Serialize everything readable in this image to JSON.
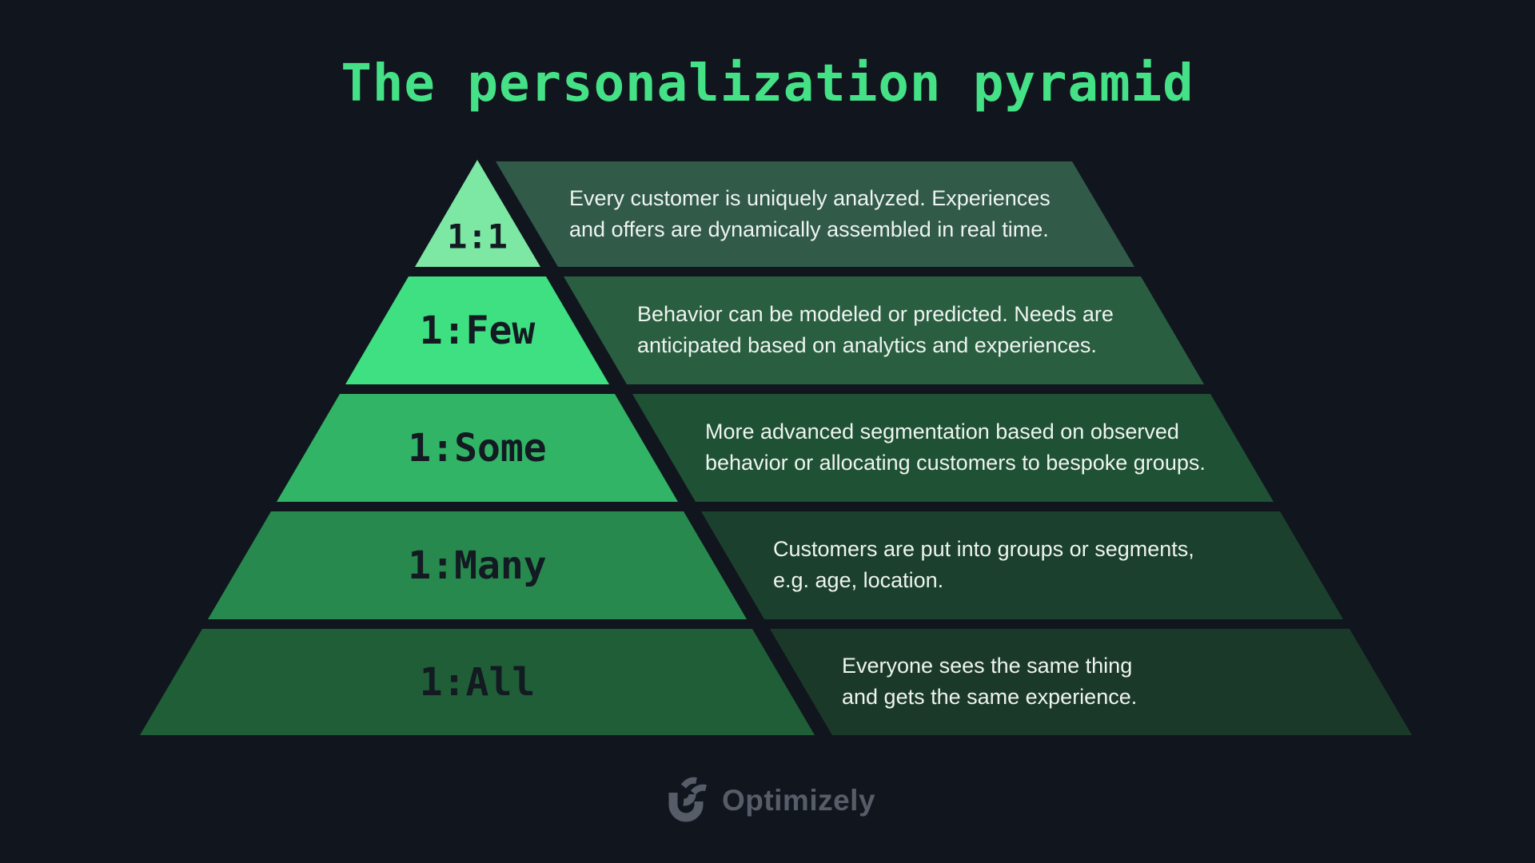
{
  "title": "The personalization pyramid",
  "colors": {
    "background": "#11161e",
    "title": "#45e186",
    "pyramid_label_text": "#131a22",
    "description_text": "#eef4ef",
    "logo": "#575d68"
  },
  "levels": [
    {
      "label": "1:1",
      "pyramid_fill": "#7ce8a4",
      "band_fill": "#315a49",
      "desc_line1": "Every customer is uniquely analyzed. Experiences",
      "desc_line2": "and offers are dynamically assembled in real time."
    },
    {
      "label": "1:Few",
      "pyramid_fill": "#3ee081",
      "band_fill": "#2a5e41",
      "desc_line1": "Behavior can be modeled or predicted. Needs are",
      "desc_line2": "anticipated based on analytics and experiences."
    },
    {
      "label": "1:Some",
      "pyramid_fill": "#32b466",
      "band_fill": "#1f5134",
      "desc_line1": "More advanced segmentation based on observed",
      "desc_line2": "behavior or allocating customers to bespoke groups."
    },
    {
      "label": "1:Many",
      "pyramid_fill": "#27894e",
      "band_fill": "#1b402d",
      "desc_line1": "Customers are put into groups or segments,",
      "desc_line2": "e.g. age, location."
    },
    {
      "label": "1:All",
      "pyramid_fill": "#1f5e37",
      "band_fill": "#1b3929",
      "desc_line1": "Everyone sees the same thing",
      "desc_line2": "and gets the same experience."
    }
  ],
  "logo": {
    "wordmark": "Optimizely",
    "mark": "optimizely-circle-mark"
  }
}
